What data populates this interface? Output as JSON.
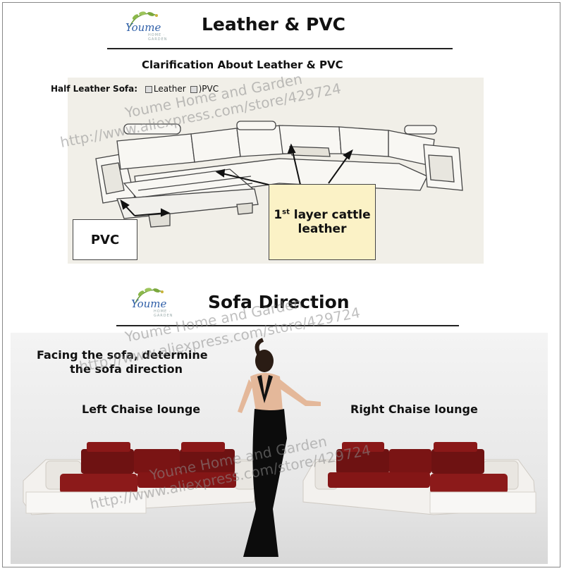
{
  "logo_text": "Youme",
  "logo_sub": "HOME · GARDEN",
  "section1": {
    "title": "Leather & PVC",
    "subtitle": "Clarification About Leather & PVC",
    "half_label": "Half Leather Sofa:",
    "opt_leather": "Leather",
    "opt_pvc": ")PVC",
    "pvc_label": "PVC",
    "leather_label_1": "1",
    "leather_label_sup": "st",
    "leather_label_2": " layer cattle",
    "leather_label_3": "leather"
  },
  "section2": {
    "title": "Sofa Direction",
    "instruction_1": "Facing the sofa, determine",
    "instruction_2": "the sofa direction",
    "left_label": "Left Chaise lounge",
    "right_label": "Right Chaise lounge"
  },
  "watermark": {
    "line1": "Youme Home and Garden",
    "line2": "http://www.aliexpress.com/store/429724"
  },
  "colors": {
    "sofa_red": "#7a1414",
    "sofa_base": "#f3f1ee",
    "callout": "#fbf2c6",
    "logo_blue": "#2f5fa8"
  }
}
